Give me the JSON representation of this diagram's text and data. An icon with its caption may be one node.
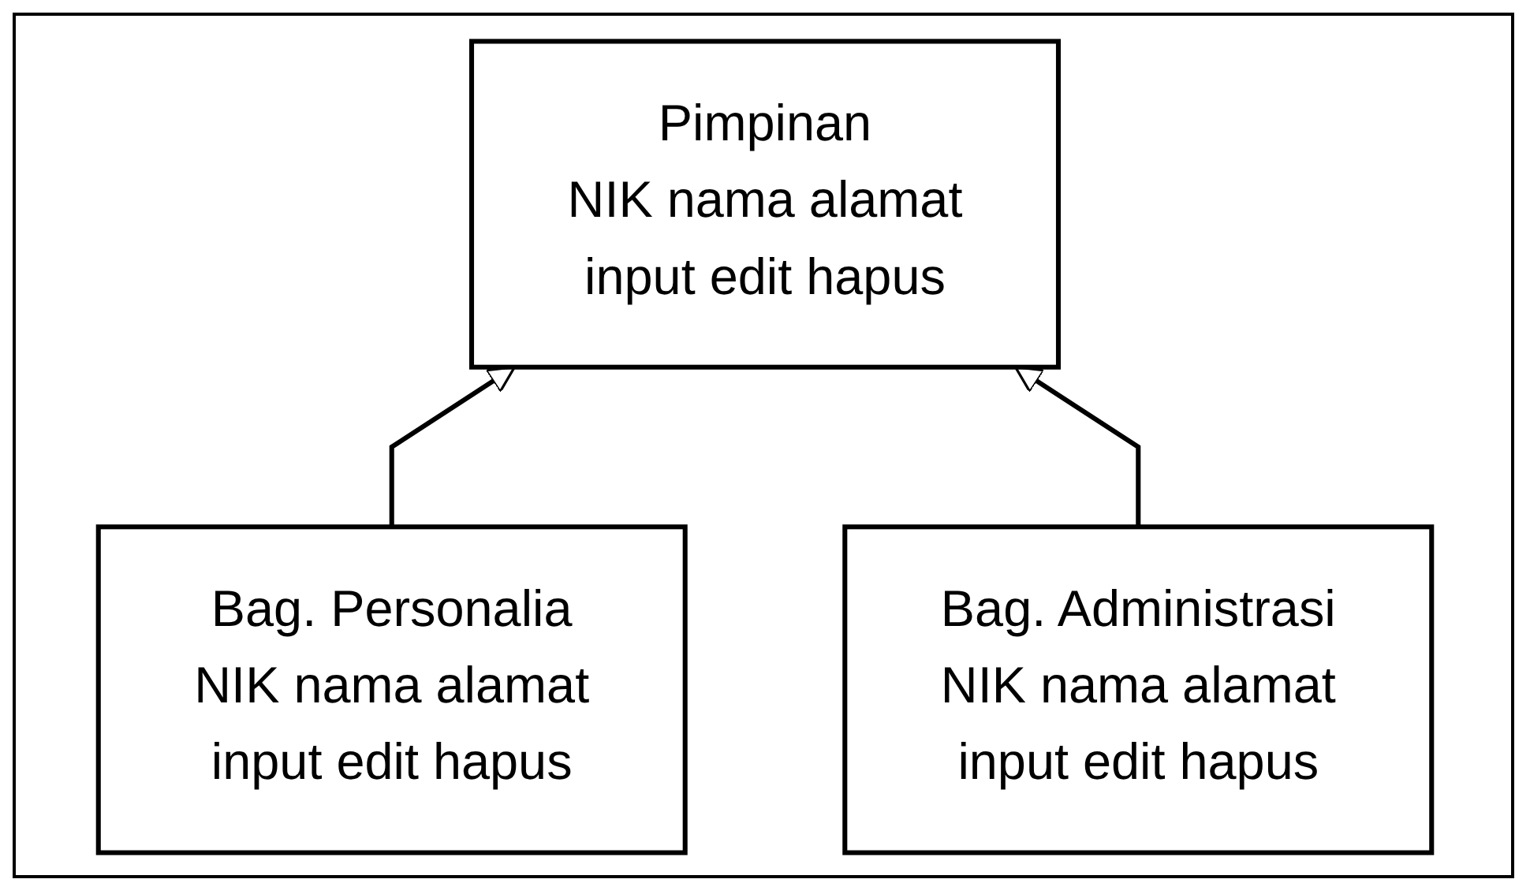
{
  "diagram": {
    "nodes": [
      {
        "text": [
          "Pimpinan",
          "NIK nama alamat",
          "input edit hapus"
        ]
      },
      {
        "text": [
          "Bag. Personalia",
          "NIK nama alamat",
          "input edit hapus"
        ]
      },
      {
        "text": [
          "Bag. Administrasi",
          "NIK nama alamat",
          "input edit hapus"
        ]
      }
    ],
    "edges": [
      {
        "from": 1,
        "to": 0,
        "arrow": "to"
      },
      {
        "from": 2,
        "to": 0,
        "arrow": "to"
      }
    ]
  }
}
